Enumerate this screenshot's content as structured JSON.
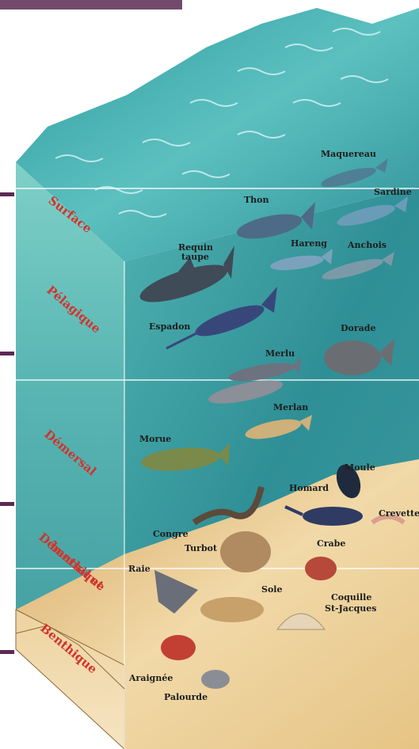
{
  "zones": {
    "surface": "Surface",
    "pelagique": "Pélagique",
    "demersal": "Démersal",
    "demersal_benthique_1": "Démersal et",
    "demersal_benthique_2": "benthique",
    "benthique": "Benthique"
  },
  "species": {
    "maquereau": "Maquereau",
    "sardine": "Sardine",
    "thon": "Thon",
    "requin_1": "Requin",
    "requin_2": "taupe",
    "hareng": "Hareng",
    "anchois": "Anchois",
    "espadon": "Espadon",
    "dorade": "Dorade",
    "merlu": "Merlu",
    "merlan": "Merlan",
    "morue": "Morue",
    "moule": "Moule",
    "homard": "Homard",
    "crevette": "Crevette",
    "congre": "Congre",
    "turbot": "Turbot",
    "crabe": "Crabe",
    "raie": "Raie",
    "sole": "Sole",
    "coquille_1": "Coquille",
    "coquille_2": "St-Jacques",
    "araignee": "Araignée",
    "palourde": "Palourde"
  },
  "colors": {
    "water_top": "#3fa5a8",
    "water_deep": "#1f8a93",
    "sand": "#e8c990",
    "zone_label": "#d2332b",
    "marker": "#5b2a52"
  }
}
